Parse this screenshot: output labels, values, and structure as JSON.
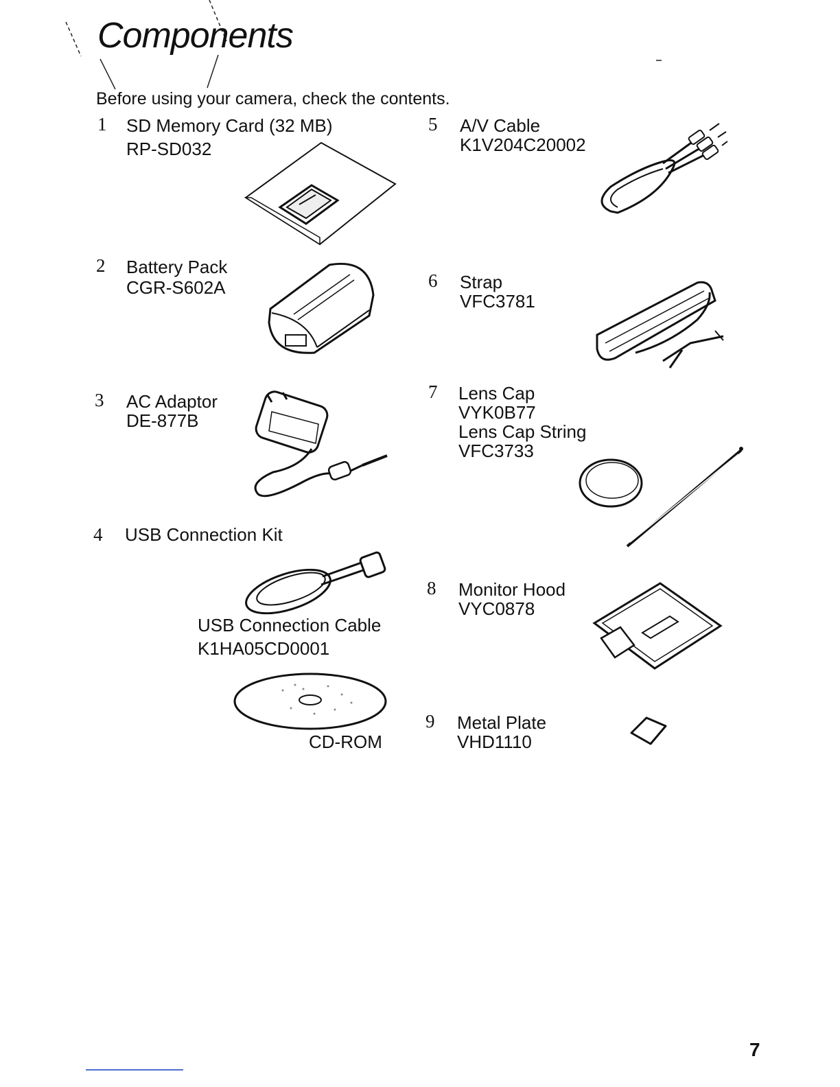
{
  "header": {
    "title": "Components",
    "intro": "Before using your camera, check the contents."
  },
  "items": [
    {
      "num": "1",
      "name": "SD Memory Card (32 MB)",
      "code": "RP-SD032",
      "icon": "sd-card-icon"
    },
    {
      "num": "2",
      "name": "Battery Pack",
      "code": "CGR-S602A",
      "icon": "battery-pack-icon"
    },
    {
      "num": "3",
      "name": "AC Adaptor",
      "code": "DE-877B",
      "icon": "ac-adaptor-icon"
    },
    {
      "num": "4",
      "name": "USB Connection Kit",
      "icon": "usb-kit-icon",
      "sub": [
        {
          "name": "USB Connection Cable",
          "code": "K1HA05CD0001",
          "icon": "usb-cable-icon"
        },
        {
          "name": "CD-ROM",
          "icon": "cd-rom-icon"
        }
      ]
    },
    {
      "num": "5",
      "name": "A/V Cable",
      "code": "K1V204C20002",
      "icon": "av-cable-icon"
    },
    {
      "num": "6",
      "name": "Strap",
      "code": "VFC3781",
      "icon": "strap-icon"
    },
    {
      "num": "7",
      "name": "Lens Cap",
      "code": "VYK0B77",
      "name2": "Lens Cap String",
      "code2": "VFC3733",
      "icon": "lens-cap-icon",
      "icon2": "lens-cap-string-icon"
    },
    {
      "num": "8",
      "name": "Monitor Hood",
      "code": "VYC0878",
      "icon": "monitor-hood-icon"
    },
    {
      "num": "9",
      "name": "Metal Plate",
      "code": "VHD1110",
      "icon": "metal-plate-icon"
    }
  ],
  "footer": {
    "page_number": "7"
  }
}
